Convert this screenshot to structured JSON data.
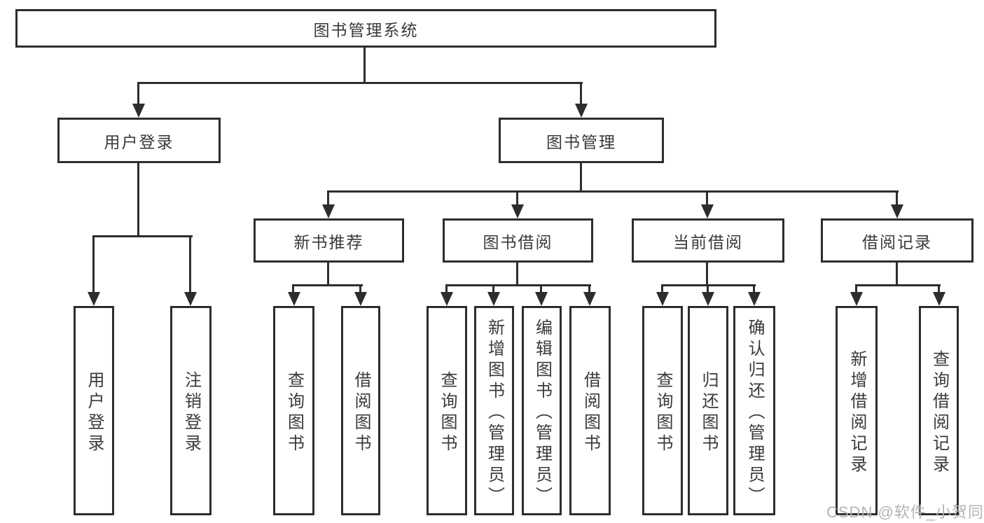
{
  "diagram": {
    "title": "图书管理系统",
    "level2": {
      "user": "用户登录",
      "management": "图书管理"
    },
    "level3": {
      "recommend": "新书推荐",
      "borrow": "图书借阅",
      "current": "当前借阅",
      "records": "借阅记录"
    },
    "leaves": {
      "user": [
        "用户登录",
        "注销登录"
      ],
      "recommend": [
        "查询图书",
        "借阅图书"
      ],
      "borrow": [
        "查询图书",
        "新增图书（管理员）",
        "编辑图书（管理员）",
        "借阅图书"
      ],
      "current": [
        "查询图书",
        "归还图书",
        "确认归还（管理员）"
      ],
      "records": [
        "新增借阅记录",
        "查询借阅记录"
      ]
    }
  },
  "watermark": {
    "text": "CSDN @软件_小贺同学"
  },
  "colors": {
    "line": "#2d2d2d",
    "text": "#3a3a3a",
    "watermark": "#b3b3b3",
    "background": "#ffffff"
  }
}
